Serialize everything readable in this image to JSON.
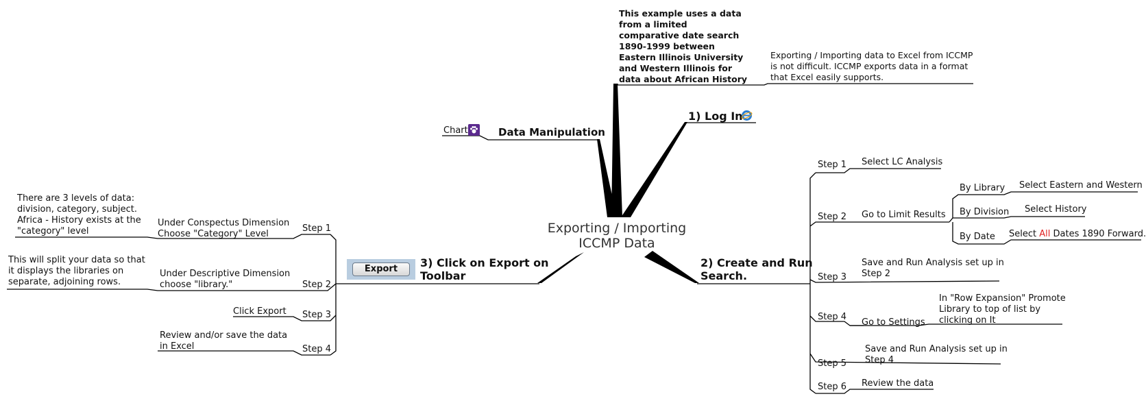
{
  "center": {
    "line1": "Exporting / Importing",
    "line2": "ICCMP Data"
  },
  "notes": {
    "example": "This example uses a data from a limited comparative date search 1890-1999 between Eastern Illinois University and Western Illinois for data about African History",
    "intro": "Exporting / Importing data to Excel from ICCMP is not difficult. ICCMP exports data in a format that Excel easily supports."
  },
  "branches": {
    "login": "1) Log In.",
    "data_manipulation": "Data Manipulation",
    "chart": "Chart",
    "create_search": {
      "line1": "2) Create and Run",
      "line2": "Search."
    },
    "export": {
      "line1": "3) Click on Export on",
      "line2": "Toolbar",
      "button_label": "Export"
    }
  },
  "right_steps": [
    {
      "step": "Step 1",
      "text": "Select LC Analysis"
    },
    {
      "step": "Step 2",
      "text": "Go to Limit Results",
      "subs": [
        {
          "label": "By Library",
          "action": "Select Eastern and Western"
        },
        {
          "label": "By Division",
          "action": "Select History"
        },
        {
          "label": "By Date",
          "action_pre": "Select ",
          "action_red": "All",
          "action_post": " Dates 1890 Forward."
        }
      ]
    },
    {
      "step": "Step 3",
      "line1": "Save and Run Analysis set up in",
      "line2": "Step 2"
    },
    {
      "step": "Step 4",
      "text": "Go to Settings",
      "note": {
        "line1": "In \"Row Expansion\" Promote",
        "line2": "Library to top of list by",
        "line3": "clicking on It"
      }
    },
    {
      "step": "Step 5",
      "line1": "Save and Run Analysis set up in",
      "line2": "Step 4"
    },
    {
      "step": "Step 6",
      "text": "Review the data"
    }
  ],
  "left_steps": [
    {
      "step": "Step 1",
      "line1": "Under Conspectus Dimension",
      "line2": "Choose \"Category\" Level",
      "note": {
        "line1": "There are 3 levels of data:",
        "line2": "division, category, subject.",
        "line3": "Africa - History exists at the",
        "line4": "\"category\" level"
      }
    },
    {
      "step": "Step 2",
      "line1": "Under Descriptive Dimension",
      "line2": "choose \"library.\"",
      "note": {
        "line1": "This will split your data so that",
        "line2": "it displays the libraries on",
        "line3": "separate, adjoining rows."
      }
    },
    {
      "step": "Step 3",
      "text": "Click Export"
    },
    {
      "step": "Step 4",
      "line1": "Review and/or save the data",
      "line2": "in Excel"
    }
  ],
  "icons": {
    "login": "internet-explorer-icon",
    "chart": "paw-icon"
  },
  "colors": {
    "lines": "#000000",
    "highlight": "#e02020",
    "button_bg": "#b9cde0"
  }
}
